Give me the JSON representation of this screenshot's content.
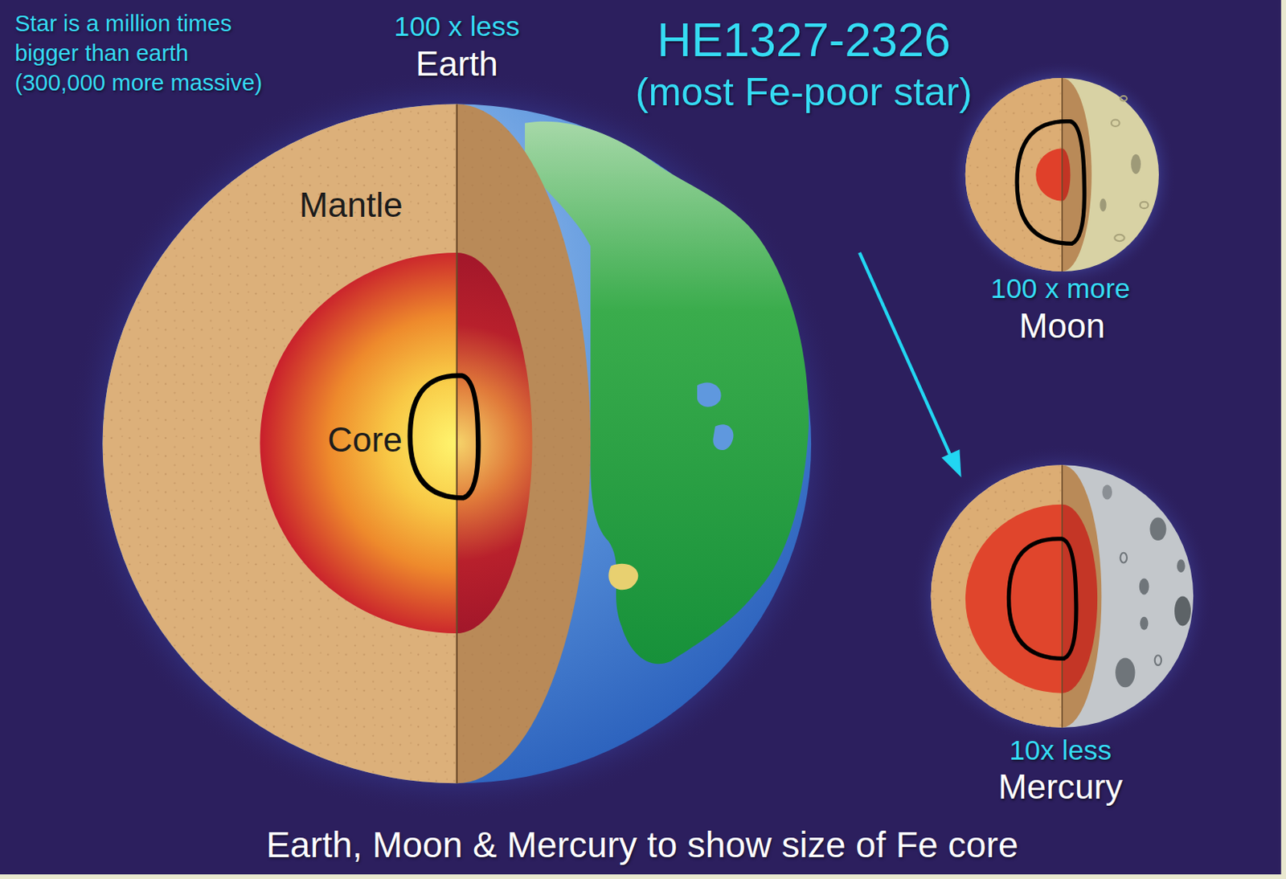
{
  "diagram": {
    "title": "HE1327-2326",
    "caption": "Earth, Moon & Mercury to show size of Fe core",
    "nodes": [
      {
        "text": [
          "100 x less",
          "Earth"
        ]
      },
      {
        "text": [
          "Mantle"
        ],
        "in": 0
      },
      {
        "text": [
          "Core"
        ],
        "in": 1
      },
      {
        "text": [
          "100 x more",
          "Moon"
        ]
      },
      {
        "text": [
          "10x less",
          "Mercury"
        ]
      }
    ],
    "labels": [
      "Star is a million times bigger than earth (300,000 more massive)",
      "(most Fe-poor star)"
    ]
  }
}
